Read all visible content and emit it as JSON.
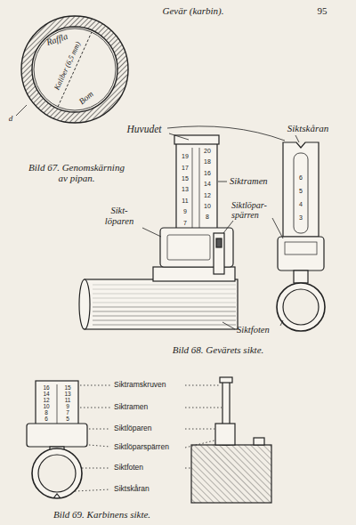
{
  "diagram": {
    "title": "Gevär (karbin).",
    "labels": [
      "95",
      "Raffla",
      "Kaliber (6,5 mm)",
      "Bom",
      "d",
      "Bild 67. Genomskärning av pipan.",
      "Huvudet",
      "Siktskåran",
      "Siktramen",
      "Sikt- löparen",
      "Siktlöpar- spärren",
      "Siktfoten",
      "Bild 68. Gevärets sikte.",
      "20",
      "19",
      "18",
      "17",
      "16",
      "15",
      "14",
      "13",
      "12",
      "11",
      "10",
      "9",
      "8",
      "7",
      "6",
      "5",
      "4",
      "3",
      "Siktramskruven",
      "Siktramen",
      "Siktlöparen",
      "Siktlöparspärren",
      "Siktfoten",
      "Siktskåran",
      "Bild 69. Karbinens sikte.",
      "16",
      "15",
      "14",
      "13",
      "12",
      "11",
      "10",
      "9",
      "8",
      "7",
      "6",
      "5"
    ]
  }
}
